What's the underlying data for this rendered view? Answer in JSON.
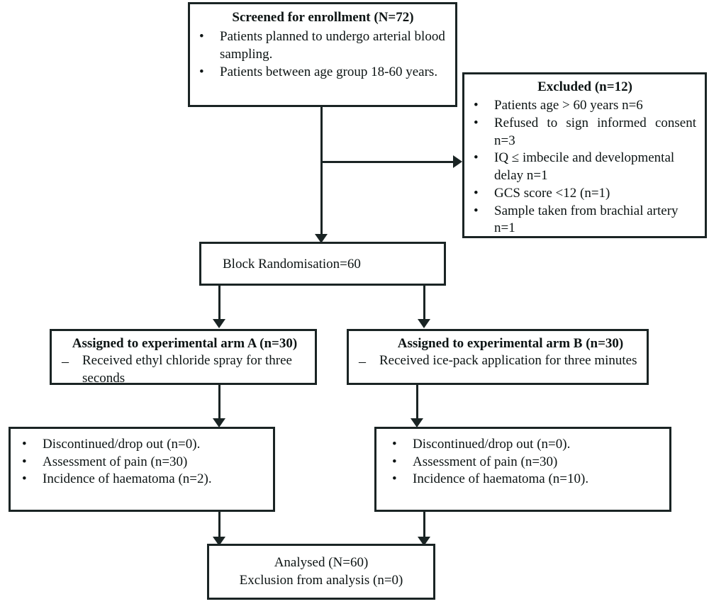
{
  "diagram": {
    "type": "consort-flow-diagram",
    "stroke_color": "#1a2424",
    "background_color": "#ffffff",
    "nodes": {
      "screened": {
        "title": "Screened for enrollment (N=72)",
        "bullet_marker": "•",
        "items": [
          "Patients planned to undergo arterial blood sampling.",
          "Patients between age group 18-60 years."
        ]
      },
      "excluded": {
        "title": "Excluded (n=12)",
        "bullet_marker": "•",
        "items": [
          "Patients age > 60 years n=6",
          "Refused to sign informed consent n=3",
          "IQ ≤ imbecile and developmental delay n=1",
          "GCS score <12 (n=1)",
          "Sample taken from brachial artery n=1"
        ]
      },
      "randomisation": {
        "label": "Block Randomisation=60"
      },
      "arm_a": {
        "title": "Assigned to experimental arm A (n=30)",
        "bullet_marker": "–",
        "items": [
          "Received ethyl chloride spray for three seconds"
        ]
      },
      "arm_b": {
        "title": "Assigned to experimental arm B (n=30)",
        "bullet_marker": "–",
        "items": [
          "Received ice-pack application for three minutes"
        ]
      },
      "outcome_a": {
        "bullet_marker": "•",
        "items": [
          "Discontinued/drop out (n=0).",
          "Assessment of pain (n=30)",
          "Incidence of haematoma (n=2)."
        ]
      },
      "outcome_b": {
        "bullet_marker": "•",
        "items": [
          "Discontinued/drop out (n=0).",
          "Assessment of pain (n=30)",
          "Incidence of haematoma (n=10)."
        ]
      },
      "analysed": {
        "line1": "Analysed (N=60)",
        "line2": "Exclusion from analysis (n=0)"
      }
    }
  }
}
